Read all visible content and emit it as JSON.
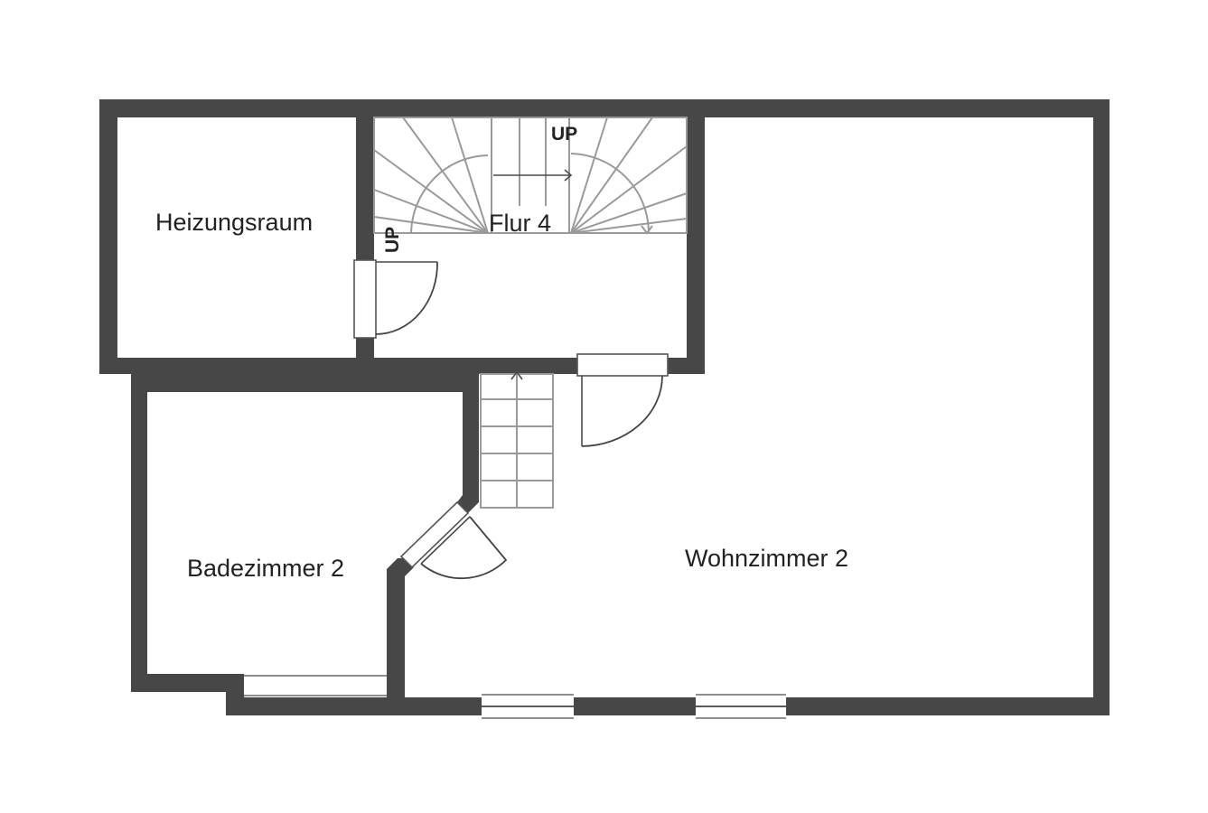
{
  "plan": {
    "colors": {
      "wall": "#474747",
      "background": "#ffffff",
      "stair_lines": "#9a9a9a",
      "text": "#222222"
    },
    "rooms": [
      {
        "id": "heizungsraum",
        "label": "Heizungsraum"
      },
      {
        "id": "flur",
        "label": "Flur 4"
      },
      {
        "id": "badezimmer",
        "label": "Badezimmer 2"
      },
      {
        "id": "wohnzimmer",
        "label": "Wohnzimmer 2"
      }
    ],
    "stair_markers": [
      {
        "label": "UP"
      },
      {
        "label": "UP"
      }
    ]
  }
}
